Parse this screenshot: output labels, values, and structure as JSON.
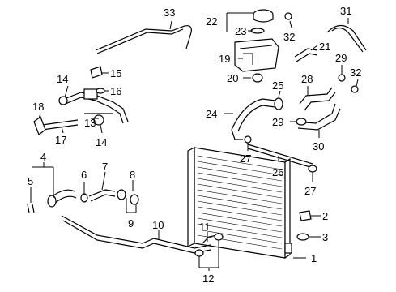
{
  "callouts": {
    "c1": "1",
    "c2": "2",
    "c3": "3",
    "c4": "4",
    "c5": "5",
    "c6": "6",
    "c7": "7",
    "c8": "8",
    "c9": "9",
    "c10": "10",
    "c11": "11",
    "c12": "12",
    "c13": "13",
    "c14a": "14",
    "c14b": "14",
    "c15": "15",
    "c16": "16",
    "c17": "17",
    "c18": "18",
    "c19": "19",
    "c20": "20",
    "c21": "21",
    "c22": "22",
    "c23": "23",
    "c24": "24",
    "c25": "25",
    "c26": "26",
    "c27a": "27",
    "c27b": "27",
    "c28": "28",
    "c29a": "29",
    "c29b": "29",
    "c30": "30",
    "c31": "31",
    "c32a": "32",
    "c32b": "32",
    "c33": "33"
  }
}
